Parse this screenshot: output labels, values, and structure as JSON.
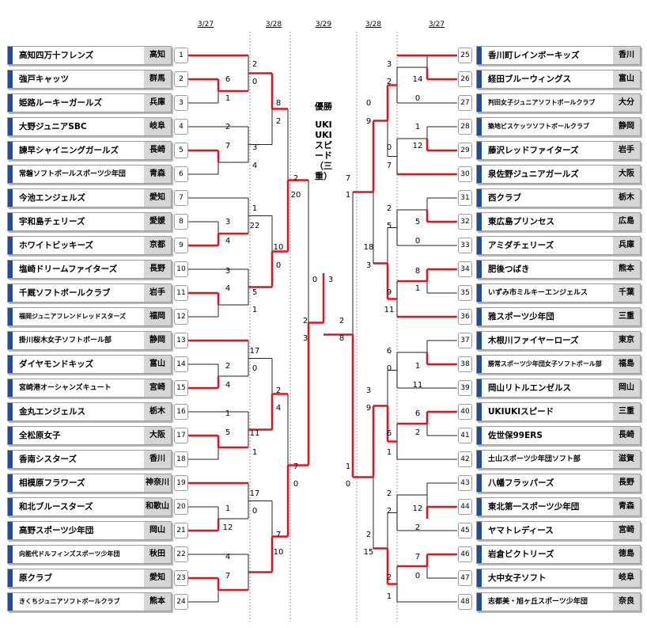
{
  "dates": [
    "3/27",
    "3/28",
    "3/29",
    "3/28",
    "3/27"
  ],
  "champion": {
    "label": "優勝",
    "team": "UKIUKIスピード（三重）"
  },
  "left_teams": [
    {
      "n": 1,
      "name": "高知四万十フレンズ",
      "pref": "高知"
    },
    {
      "n": 2,
      "name": "強戸キャッツ",
      "pref": "群馬"
    },
    {
      "n": 3,
      "name": "姫路ルーキーガールズ",
      "pref": "兵庫"
    },
    {
      "n": 4,
      "name": "大野ジュニアSBC",
      "pref": "岐阜"
    },
    {
      "n": 5,
      "name": "諫早シャイニングガールズ",
      "pref": "長崎"
    },
    {
      "n": 6,
      "name": "常磐ソフトボールスポーツ少年団",
      "pref": "青森"
    },
    {
      "n": 7,
      "name": "今池エンジェルズ",
      "pref": "愛知"
    },
    {
      "n": 8,
      "name": "宇和島チェリーズ",
      "pref": "愛媛"
    },
    {
      "n": 9,
      "name": "ホワイトビッキーズ",
      "pref": "京都"
    },
    {
      "n": 10,
      "name": "塩崎ドリームファイターズ",
      "pref": "長野"
    },
    {
      "n": 11,
      "name": "千厩ソフトボールクラブ",
      "pref": "岩手"
    },
    {
      "n": 12,
      "name": "福岡ジュニアフレンドレッドスターズ",
      "pref": "福岡"
    },
    {
      "n": 13,
      "name": "掛川桜木女子ソフトボール部",
      "pref": "静岡"
    },
    {
      "n": 14,
      "name": "ダイヤモンドキッズ",
      "pref": "富山"
    },
    {
      "n": 15,
      "name": "宮崎港オーシャンズキュート",
      "pref": "宮崎"
    },
    {
      "n": 16,
      "name": "金丸エンジェルス",
      "pref": "栃木"
    },
    {
      "n": 17,
      "name": "全松原女子",
      "pref": "大阪"
    },
    {
      "n": 18,
      "name": "香南シスターズ",
      "pref": "香川"
    },
    {
      "n": 19,
      "name": "相模原フラワーズ",
      "pref": "神奈川"
    },
    {
      "n": 20,
      "name": "和北ブルースターズ",
      "pref": "和歌山"
    },
    {
      "n": 21,
      "name": "高野スポーツ少年団",
      "pref": "岡山"
    },
    {
      "n": 22,
      "name": "向能代ドルフィンズスポーツ少年団",
      "pref": "秋田"
    },
    {
      "n": 23,
      "name": "原クラブ",
      "pref": "愛知"
    },
    {
      "n": 24,
      "name": "きくちジュニアソフトボールクラブ",
      "pref": "熊本"
    }
  ],
  "right_teams": [
    {
      "n": 25,
      "name": "香川町レインボーキッズ",
      "pref": "香川"
    },
    {
      "n": 26,
      "name": "経田ブルーウィングス",
      "pref": "富山"
    },
    {
      "n": 27,
      "name": "判田女子ジュニアソフトボールクラブ",
      "pref": "大分"
    },
    {
      "n": 28,
      "name": "築地ビスケッツソフトボールクラブ",
      "pref": "静岡"
    },
    {
      "n": 29,
      "name": "藤沢レッドファイターズ",
      "pref": "岩手"
    },
    {
      "n": 30,
      "name": "泉佐野ジュニアガールズ",
      "pref": "大阪"
    },
    {
      "n": 31,
      "name": "西クラブ",
      "pref": "栃木"
    },
    {
      "n": 32,
      "name": "東広島プリンセス",
      "pref": "広島"
    },
    {
      "n": 33,
      "name": "アミダチェリーズ",
      "pref": "兵庫"
    },
    {
      "n": 34,
      "name": "肥後つばき",
      "pref": "熊本"
    },
    {
      "n": 35,
      "name": "いずみ市ミルキーエンジェルス",
      "pref": "千葉"
    },
    {
      "n": 36,
      "name": "雅スポーツ少年団",
      "pref": "三重"
    },
    {
      "n": 37,
      "name": "木根川ファイヤーローズ",
      "pref": "東京"
    },
    {
      "n": 38,
      "name": "勝常スポーツ少年団女子ソフトボール部",
      "pref": "福島"
    },
    {
      "n": 39,
      "name": "岡山リトルエンゼルス",
      "pref": "岡山"
    },
    {
      "n": 40,
      "name": "UKIUKIスピード",
      "pref": "三重"
    },
    {
      "n": 41,
      "name": "佐世保99ERS",
      "pref": "長崎"
    },
    {
      "n": 42,
      "name": "土山スポーツ少年団ソフト部",
      "pref": "滋賀"
    },
    {
      "n": 43,
      "name": "八幡フラッパーズ",
      "pref": "長野"
    },
    {
      "n": 44,
      "name": "東北第一スポーツ少年団",
      "pref": "青森"
    },
    {
      "n": 45,
      "name": "ヤマトレディース",
      "pref": "宮崎"
    },
    {
      "n": 46,
      "name": "岩倉ビクトリーズ",
      "pref": "徳島"
    },
    {
      "n": 47,
      "name": "大中女子ソフト",
      "pref": "岐阜"
    },
    {
      "n": 48,
      "name": "志都美・旭ヶ丘スポーツ少年団",
      "pref": "奈良"
    }
  ],
  "scores": {
    "r1_left": [
      "6",
      "1",
      "2",
      "7",
      "3",
      "4",
      "3",
      "4",
      "2",
      "4",
      "1",
      "5",
      "1",
      "12",
      "4",
      "7",
      "4",
      "12"
    ],
    "r2_left": [
      "2",
      "0",
      "3",
      "4",
      "1",
      "22",
      "5",
      "1",
      "17",
      "0",
      "11",
      "1",
      "17",
      "0"
    ],
    "qf_left": [
      "8",
      "2",
      "10",
      "0",
      "2",
      "4",
      "7",
      "10"
    ],
    "sf_left": [
      "2",
      "20",
      "7",
      "0"
    ],
    "final": [
      "0",
      "3",
      "2",
      "3",
      "2",
      "8"
    ],
    "sf_right": [
      "7",
      "1",
      "1",
      "0"
    ],
    "qf_right": [
      "0",
      "9",
      "18",
      "3",
      "3",
      "9",
      "2",
      "15"
    ],
    "r2_right": [
      "3",
      "2",
      "0",
      "7",
      "2",
      "5",
      "9",
      "11",
      "6",
      "0",
      "6",
      "1",
      "2",
      "2",
      "2",
      "1"
    ],
    "r1_right": [
      "14",
      "0",
      "1",
      "12",
      "5",
      "0",
      "8",
      "1",
      "1",
      "11",
      "6",
      "2",
      "12",
      "2",
      "7",
      "0"
    ]
  }
}
